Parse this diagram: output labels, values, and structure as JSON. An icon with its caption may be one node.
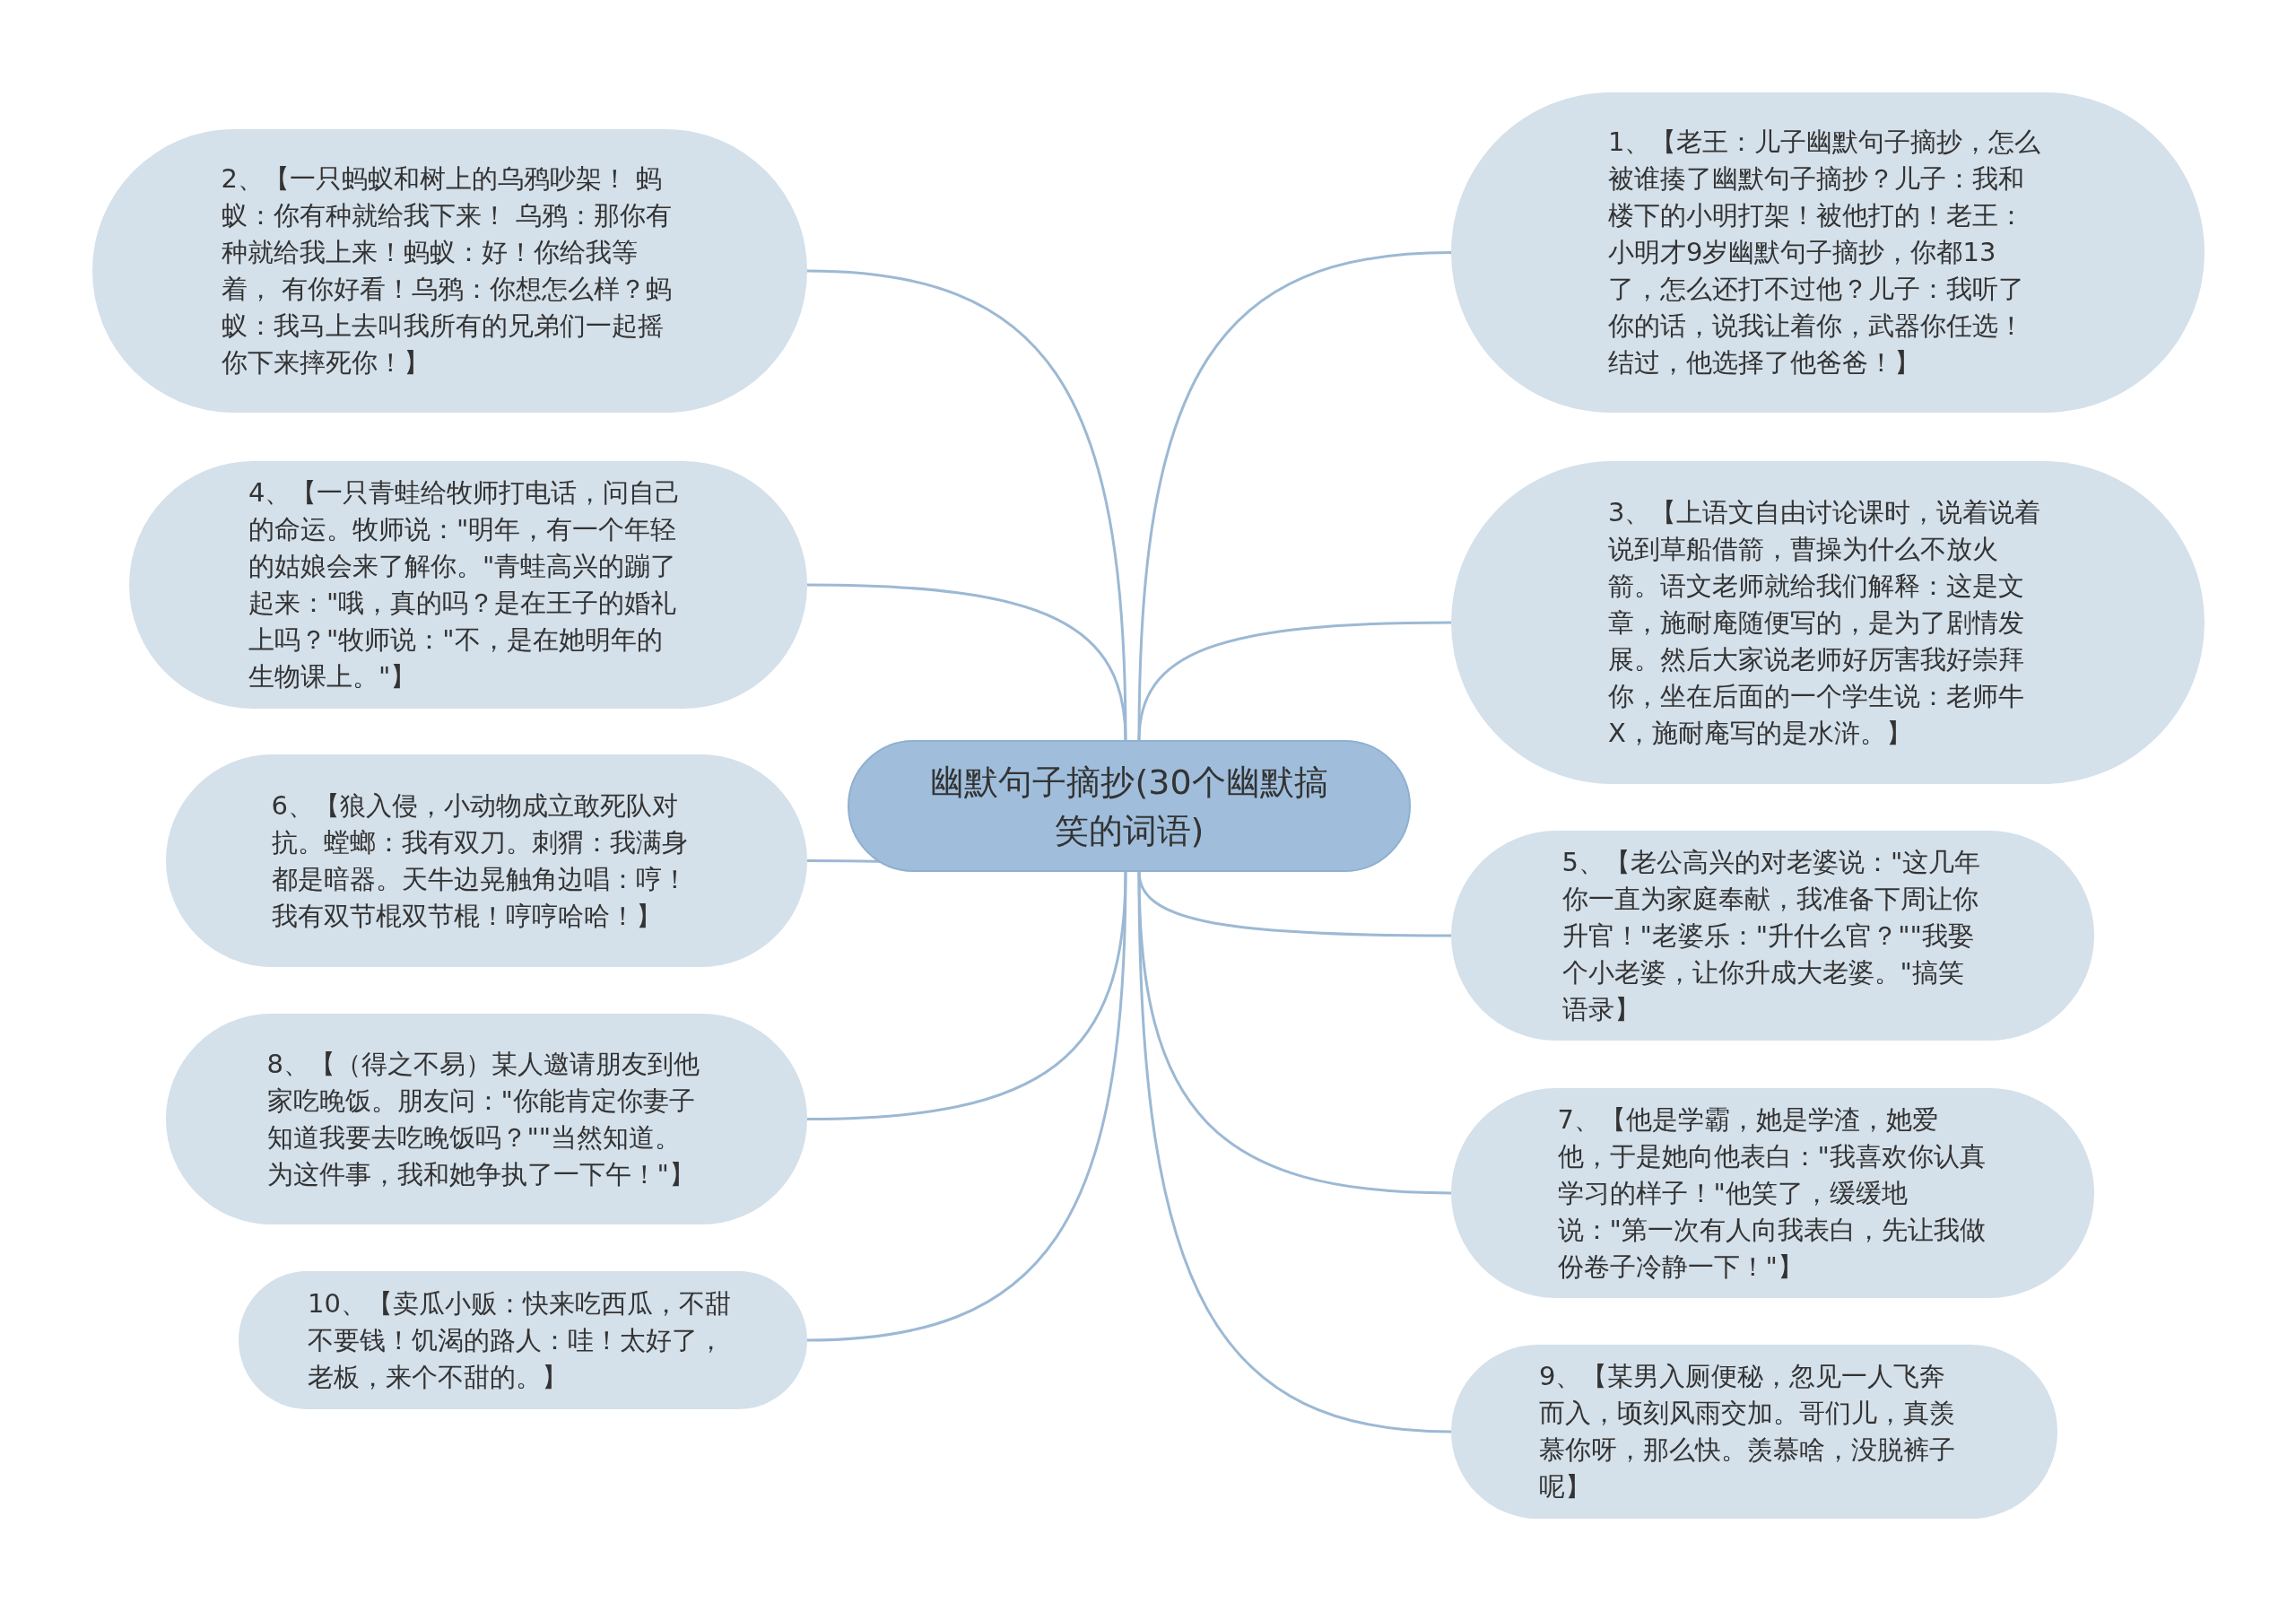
{
  "diagram": {
    "nodes": [
      {
        "text": [
          "幽默句子摘抄(30个幽默搞笑的词语)"
        ]
      },
      {
        "text": [
          "1、【老王：儿子幽默句子摘抄，怎么被谁揍了幽默句子摘抄？儿子：我和楼下的小明打架！被他打的！老王：小明才9岁幽默句子摘抄，你都13了，怎么还打不过他？儿子：我听了你的话，说我让着你，武器你任选！结过，他选择了他爸爸！】"
        ]
      },
      {
        "text": [
          "2、【一只蚂蚁和树上的乌鸦吵架！ 蚂蚁：你有种就给我下来！ 乌鸦：那你有种就给我上来！蚂蚁：好！你给我等着， 有你好看！乌鸦：你想怎么样？蚂蚁：我马上去叫我所有的兄弟们一起摇你下来摔死你！】"
        ]
      },
      {
        "text": [
          "3、【上语文自由讨论课时，说着说着说到草船借箭，曹操为什么不放火箭。语文老师就给我们解释：这是文章，施耐庵随便写的，是为了剧情发展。然后大家说老师好厉害我好崇拜你，坐在后面的一个学生说：老师牛X，施耐庵写的是水浒。】"
        ]
      },
      {
        "text": [
          "4、【一只青蛙给牧师打电话，问自己的命运。牧师说：\"明年，有一个年轻的姑娘会来了解你。\"青蛙高兴的蹦了起来：\"哦，真的吗？是在王子的婚礼上吗？\"牧师说：\"不，是在她明年的生物课上。\"】"
        ]
      },
      {
        "text": [
          "5、【老公高兴的对老婆说：\"这几年你一直为家庭奉献，我准备下周让你升官！\"老婆乐：\"升什么官？\"\"我娶个小老婆，让你升成大老婆。\"搞笑语录】"
        ]
      },
      {
        "text": [
          "6、【狼入侵，小动物成立敢死队对抗。螳螂：我有双刀。刺猬：我满身都是暗器。天牛边晃触角边唱：哼！我有双节棍双节棍！哼哼哈哈！】"
        ]
      },
      {
        "text": [
          "7、【他是学霸，她是学渣，她爱他，于是她向他表白：\"我喜欢你认真学习的样子！\"他笑了，缓缓地说：\"第一次有人向我表白，先让我做份卷子冷静一下！\"】"
        ]
      },
      {
        "text": [
          "8、【（得之不易）某人邀请朋友到他家吃晚饭。朋友问：\"你能肯定你妻子知道我要去吃晚饭吗？\"\"当然知道。为这件事，我和她争执了一下午！\"】"
        ]
      },
      {
        "text": [
          "9、【某男入厕便秘，忽见一人飞奔而入，顷刻风雨交加。哥们儿，真羡慕你呀，那么快。羡慕啥，没脱裤子呢】"
        ]
      },
      {
        "text": [
          "10、【卖瓜小贩：快来吃西瓜，不甜不要钱！饥渴的路人：哇！太好了，老板，来个不甜的。】"
        ]
      }
    ],
    "edges": [
      {
        "from": 0,
        "to": 1,
        "arrow": "none"
      },
      {
        "from": 0,
        "to": 2,
        "arrow": "none"
      },
      {
        "from": 0,
        "to": 3,
        "arrow": "none"
      },
      {
        "from": 0,
        "to": 4,
        "arrow": "none"
      },
      {
        "from": 0,
        "to": 5,
        "arrow": "none"
      },
      {
        "from": 0,
        "to": 6,
        "arrow": "none"
      },
      {
        "from": 0,
        "to": 7,
        "arrow": "none"
      },
      {
        "from": 0,
        "to": 8,
        "arrow": "none"
      },
      {
        "from": 0,
        "to": 9,
        "arrow": "none"
      },
      {
        "from": 0,
        "to": 10,
        "arrow": "none"
      }
    ]
  }
}
